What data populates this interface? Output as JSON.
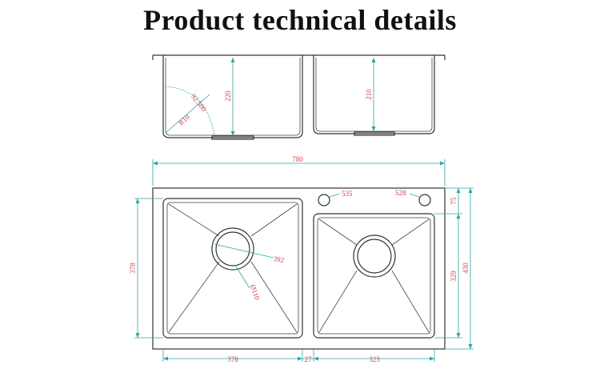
{
  "title": "Product technical details",
  "colors": {
    "dimension_text": "#d4434a",
    "dimension_line": "#2aa6a6",
    "outline": "#333333"
  },
  "side_view": {
    "left_bowl_depth": "220",
    "right_bowl_depth": "210",
    "corner_radius": "R10",
    "corner_angle": "92.500"
  },
  "top_view": {
    "overall_width": "780",
    "overall_depth": "430",
    "left_bowl_width": "378",
    "left_bowl_depth": "378",
    "divider_width": "27",
    "right_bowl_width": "323",
    "right_bowl_depth": "329",
    "deck_depth": "75",
    "tap_hole_1": "535",
    "tap_hole_2": "528",
    "drain_diameter_outer": "392",
    "drain_diameter_inner": "Ø110"
  }
}
